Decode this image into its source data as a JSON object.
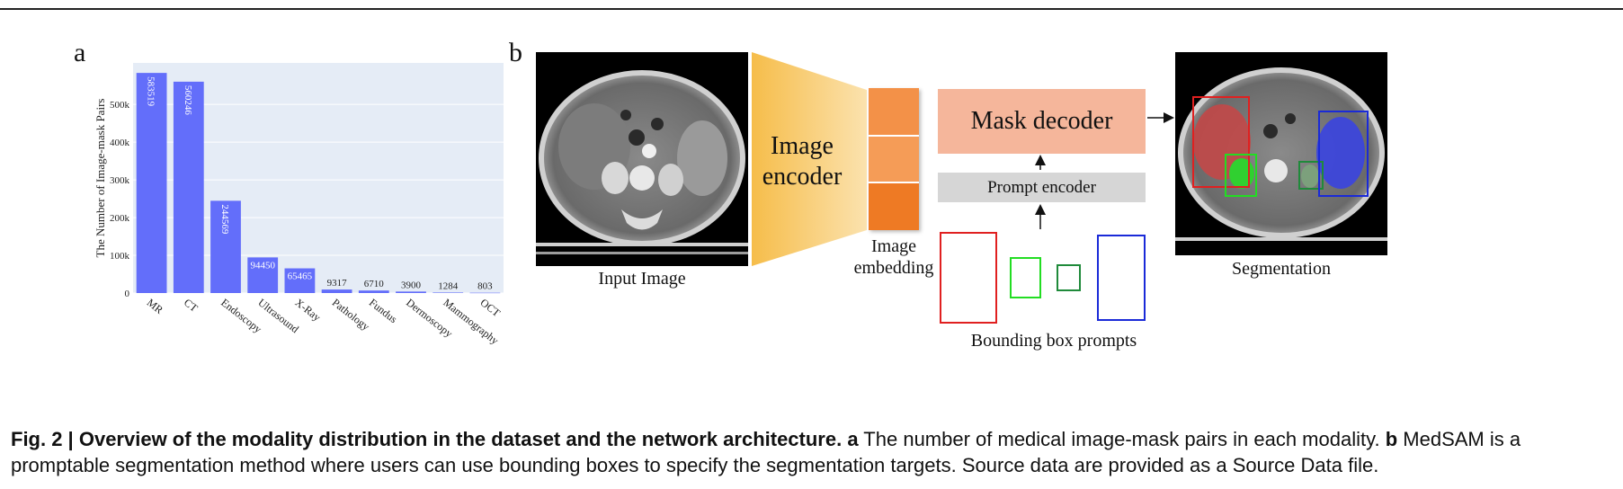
{
  "panel_a": {
    "label": "a",
    "chart_data": {
      "type": "bar",
      "categories": [
        "MR",
        "CT",
        "Endoscopy",
        "Ultrasound",
        "X-Ray",
        "Pathology",
        "Fundus",
        "Dermoscopy",
        "Mammography",
        "OCT"
      ],
      "values": [
        583519,
        560246,
        244569,
        94450,
        65465,
        9317,
        6710,
        3900,
        1284,
        803
      ],
      "data_labels": [
        "583519",
        "560246",
        "244569",
        "94450",
        "65465",
        "9317",
        "6710",
        "3900",
        "1284",
        "803"
      ],
      "ylabel": "The Number of Image-mask Pairs",
      "yticks": [
        "0",
        "100k",
        "200k",
        "300k",
        "400k",
        "500k"
      ],
      "ytick_values": [
        0,
        100000,
        200000,
        300000,
        400000,
        500000
      ],
      "ylim": [
        0,
        610000
      ],
      "grid": true,
      "colors": {
        "bar": "#636efa",
        "plot_bg": "#e5ecf6",
        "grid": "#ffffff"
      }
    }
  },
  "panel_b": {
    "label": "b",
    "input_label": "Input Image",
    "encoder_label": [
      "Image",
      "encoder"
    ],
    "embedding_label": [
      "Image",
      "embedding"
    ],
    "decoder_label": "Mask decoder",
    "prompt_encoder_label": "Prompt encoder",
    "bbox_label": "Bounding box prompts",
    "output_label": "Segmentation",
    "colors": {
      "encoder": "#f6c35a",
      "embedding": "#f08a3a",
      "decoder": "#f5b49a",
      "prompt_encoder": "#d6d6d6",
      "box_red": "#e02020",
      "box_green": "#22dd22",
      "box_darkgreen": "#1f8a3a",
      "box_blue": "#1a2ad8"
    }
  },
  "caption": {
    "fig_label": "Fig. 2 | ",
    "bold_title": "Overview of the modality distribution in the dataset and the network architecture.",
    "a_label": "a",
    "a_text": " The number of medical image-mask pairs in each modality. ",
    "b_label": "b",
    "b_text": " MedSAM is a",
    "line2": "promptable segmentation method where users can use bounding boxes to specify the segmentation targets. Source data are provided as a Source Data file."
  }
}
